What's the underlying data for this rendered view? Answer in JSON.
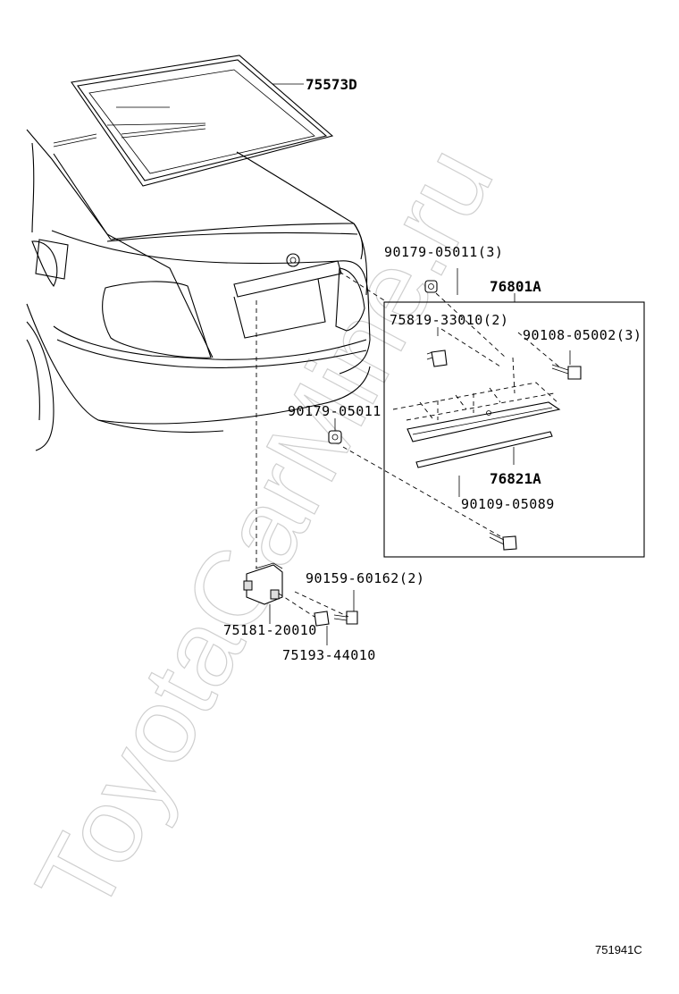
{
  "watermark": "ToyotaCarMine.ru",
  "drawing_code": "751941C",
  "parts": {
    "rear_window_weatherstrip": "75573D",
    "garnish_assembly": "76801A",
    "garnish_clip_nut": "90179-05011(3)",
    "emblem_clip": "75819-33010(2)",
    "garnish_screw": "90108-05002(3)",
    "garnish_nut_single": "90179-05011",
    "garnish_moulding": "76821A",
    "garnish_bolt": "90109-05089",
    "bracket_screw": "90159-60162(2)",
    "camera_bracket": "75181-20010",
    "bracket_spacer": "75193-44010"
  }
}
